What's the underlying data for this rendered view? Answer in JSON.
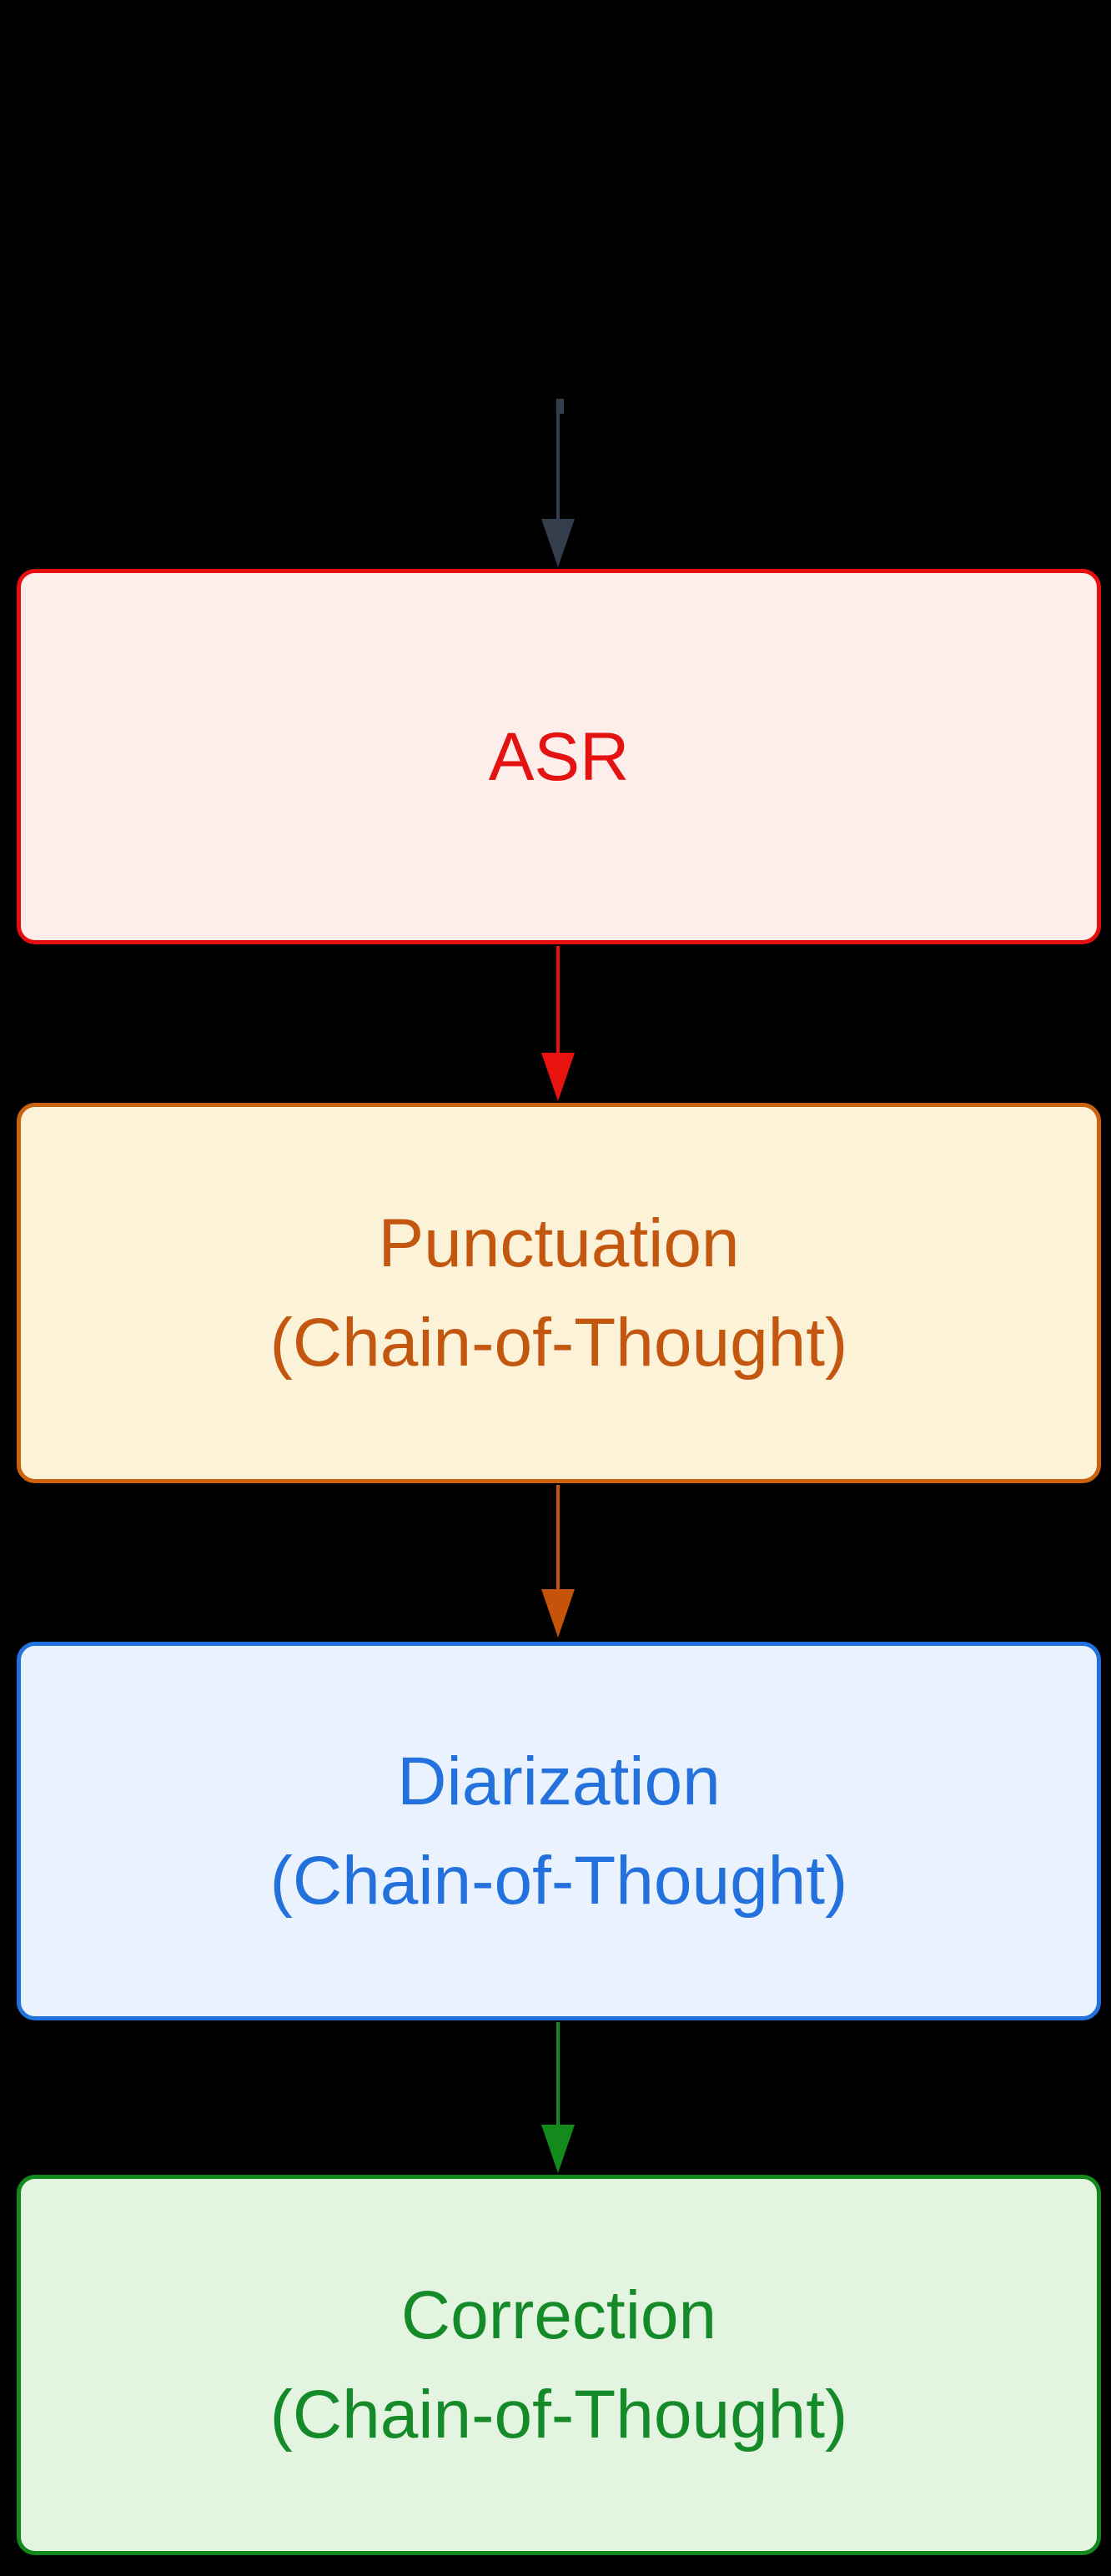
{
  "diagram": {
    "type": "flowchart",
    "direction": "top-down",
    "background": "#000000",
    "nodes": [
      {
        "id": "asr",
        "label": "ASR",
        "sublabel": "",
        "fill": "#fdeeec",
        "border": "#e60f0f",
        "text_color": "#e31311"
      },
      {
        "id": "punctuation",
        "label": "Punctuation",
        "sublabel": "(Chain-of-Thought)",
        "fill": "#fcf2d8",
        "border": "#cb630e",
        "text_color": "#c3570f"
      },
      {
        "id": "diarization",
        "label": "Diarization",
        "sublabel": "(Chain-of-Thought)",
        "fill": "#eaf2fe",
        "border": "#2172de",
        "text_color": "#2371dd"
      },
      {
        "id": "correction",
        "label": "Correction",
        "sublabel": "(Chain-of-Thought)",
        "fill": "#e3f5e1",
        "border": "#12881d",
        "text_color": "#158a28"
      }
    ],
    "edges": [
      {
        "from": "input",
        "to": "asr",
        "color": "#343d4b"
      },
      {
        "from": "asr",
        "to": "punctuation",
        "color": "#e8120f"
      },
      {
        "from": "punctuation",
        "to": "diarization",
        "color": "#c5540a"
      },
      {
        "from": "diarization",
        "to": "correction",
        "color": "#148a1d"
      }
    ]
  }
}
